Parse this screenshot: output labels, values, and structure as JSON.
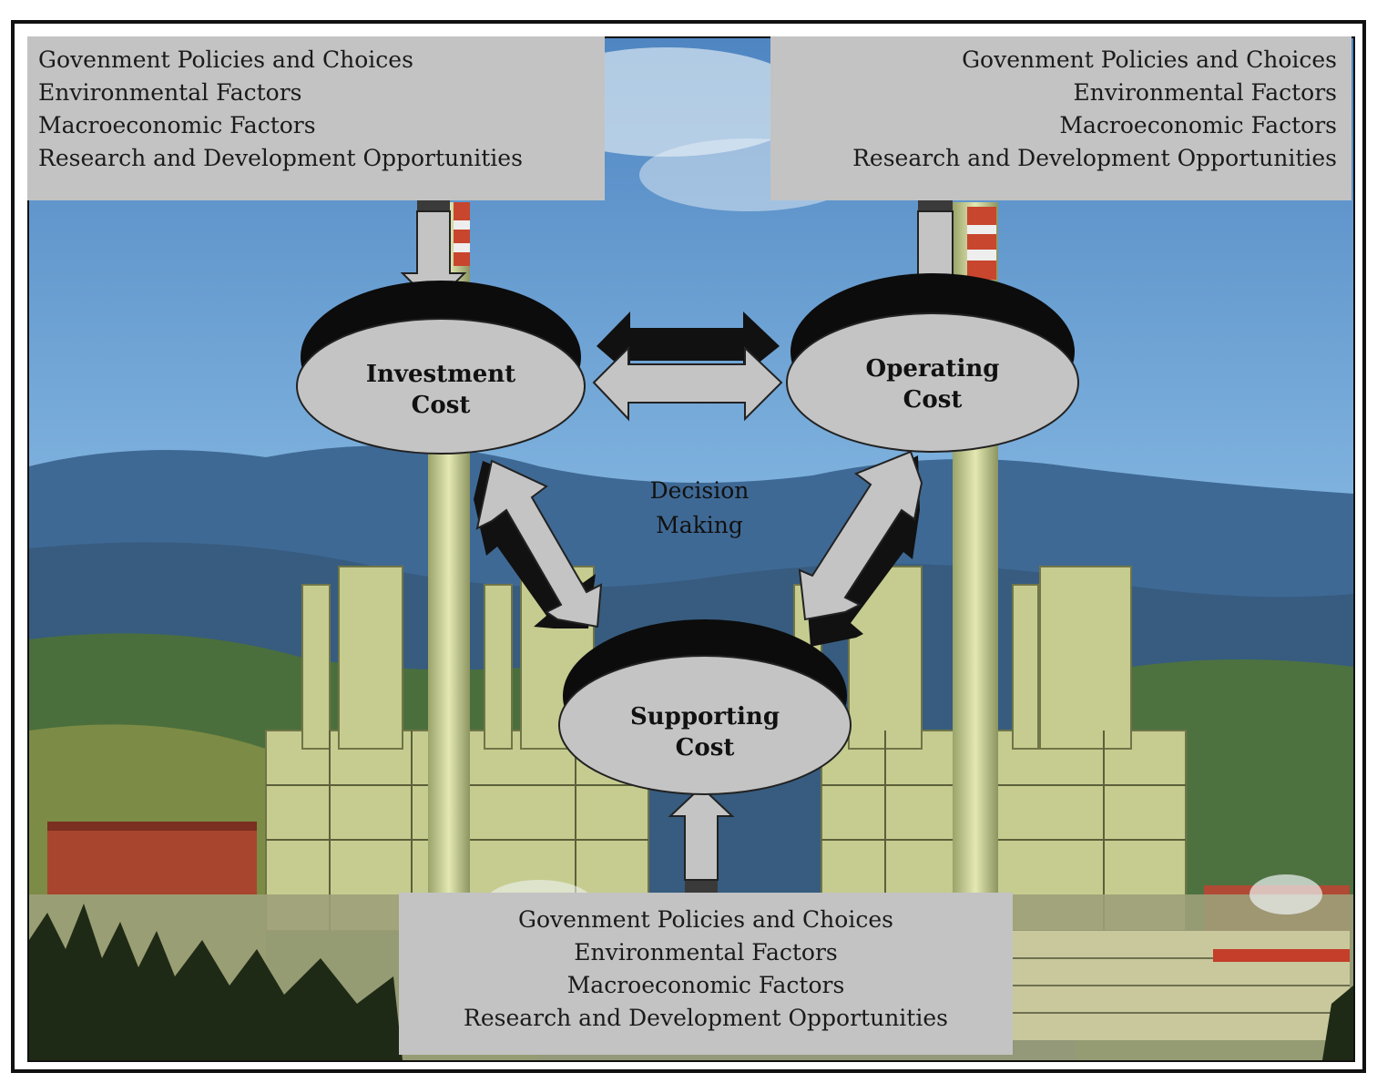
{
  "colors": {
    "box_fill": "#c3c3c3",
    "node_fill": "#c4c4c4",
    "node_rim": "#0c0c0c",
    "sky": "#5f97cd",
    "hills": "#3a628c",
    "plant": "#c9cf93"
  },
  "background_image": "industrial-plant-photo",
  "factor_boxes": {
    "left": {
      "items": [
        "Govenment Policies and Choices",
        "Environmental Factors",
        "Macroeconomic Factors",
        "Research and Development Opportunities"
      ]
    },
    "right": {
      "items": [
        "Govenment Policies and Choices",
        "Environmental Factors",
        "Macroeconomic Factors",
        "Research and Development Opportunities"
      ]
    },
    "bottom": {
      "items": [
        "Govenment Policies and Choices",
        "Environmental Factors",
        "Macroeconomic Factors",
        "Research and Development Opportunities"
      ]
    }
  },
  "nodes": {
    "investment": "Investment\nCost",
    "operating": "Operating\nCost",
    "supporting": "Supporting\nCost"
  },
  "center_label": "Decision\nMaking"
}
